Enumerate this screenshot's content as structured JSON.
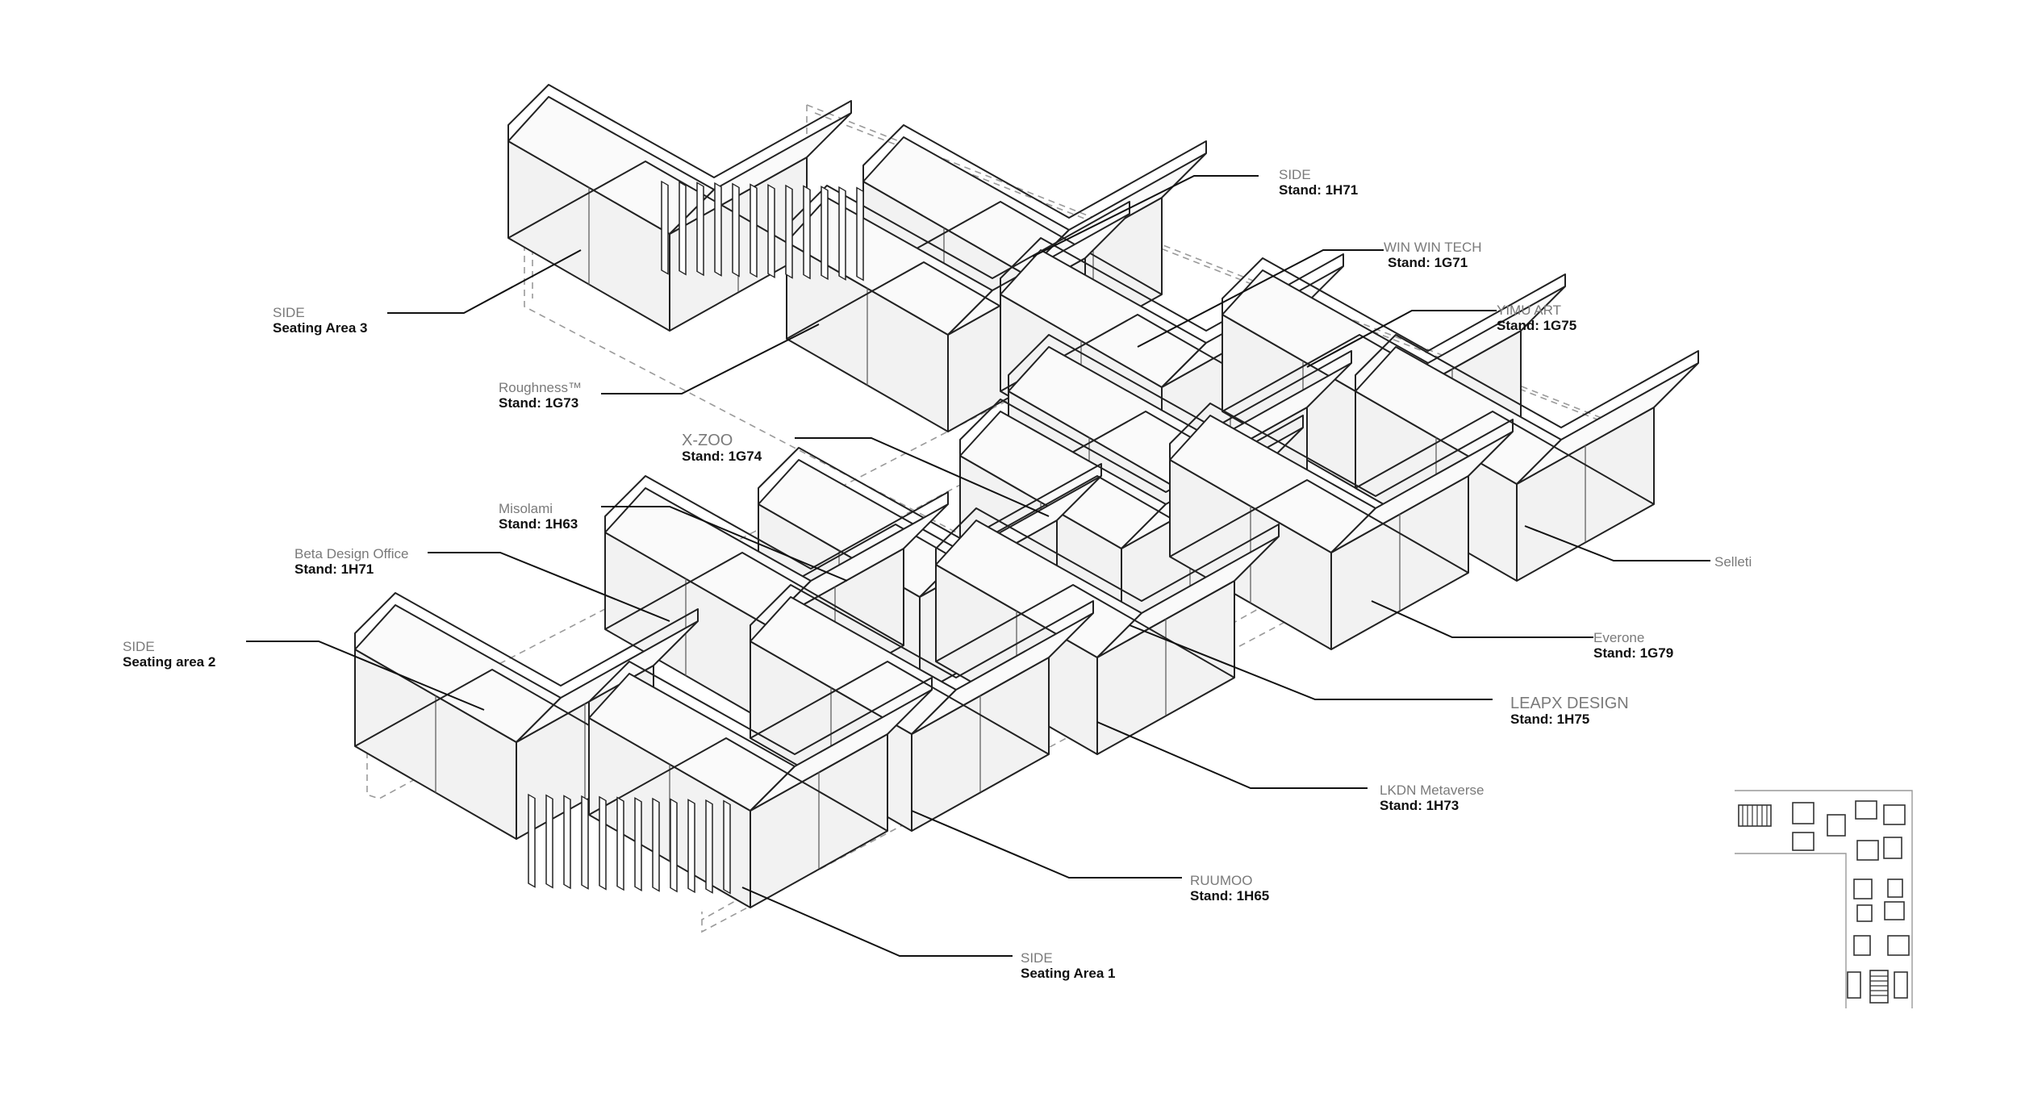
{
  "labels": [
    {
      "id": "side-1h71",
      "name": "SIDE",
      "stand": "Stand: 1H71"
    },
    {
      "id": "win-win-tech",
      "name": "WIN WIN TECH",
      "stand": "Stand: 1G71"
    },
    {
      "id": "yimu-art",
      "name": "YIMU ART",
      "stand": "Stand: 1G75"
    },
    {
      "id": "side-seating-3",
      "name": "SIDE",
      "stand": "Seating Area 3"
    },
    {
      "id": "roughness",
      "name": "Roughness™",
      "stand": "Stand: 1G73"
    },
    {
      "id": "x-zoo",
      "name": "X-ZOO",
      "stand": "Stand: 1G74"
    },
    {
      "id": "selleti",
      "name": "Selleti",
      "stand": ""
    },
    {
      "id": "misolami",
      "name": "Misolami",
      "stand": "Stand: 1H63"
    },
    {
      "id": "beta-design-office",
      "name": "Beta Design Office",
      "stand": "Stand: 1H71"
    },
    {
      "id": "everone",
      "name": "Everone",
      "stand": "Stand: 1G79"
    },
    {
      "id": "side-seating-2",
      "name": "SIDE",
      "stand": "Seating area 2"
    },
    {
      "id": "leapx-design",
      "name": "LEAPX DESIGN",
      "stand": "Stand: 1H75"
    },
    {
      "id": "lkdn-metaverse",
      "name": "LKDN Metaverse",
      "stand": "Stand: 1H73"
    },
    {
      "id": "ruumoo",
      "name": "RUUMOO",
      "stand": "Stand: 1H65"
    },
    {
      "id": "side-seating-1",
      "name": "SIDE",
      "stand": "Seating Area 1"
    }
  ],
  "colors": {
    "line": "#111111",
    "name_text": "#7a7a7a",
    "stand_text": "#111111",
    "wall_fill": "#f2f2f2",
    "dashed_outline": "#9a9a9a"
  }
}
